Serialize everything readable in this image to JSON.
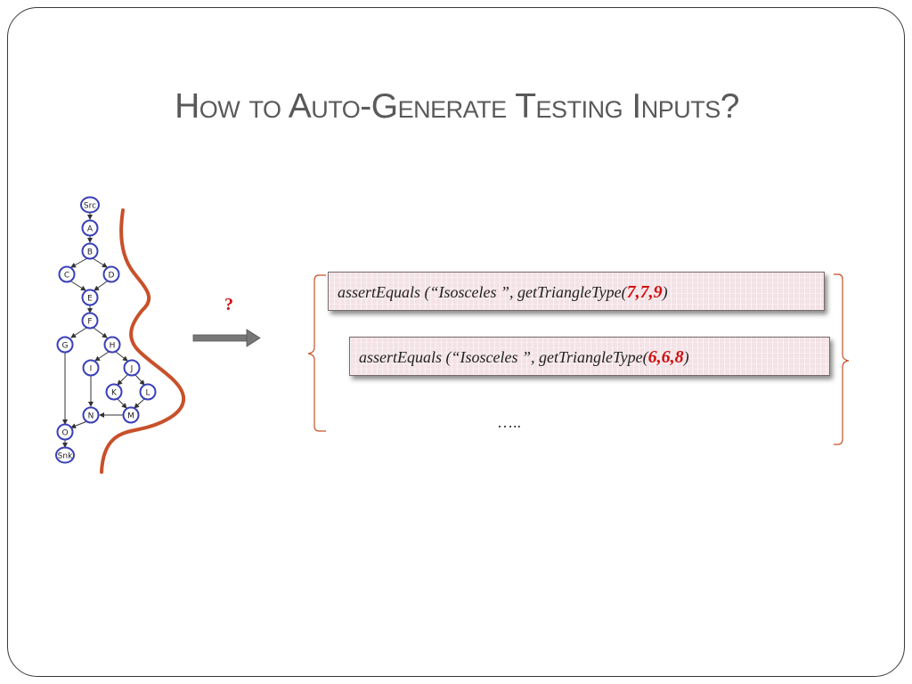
{
  "slide": {
    "title": "How to Auto-Generate Testing Inputs?",
    "question_mark": "?",
    "ellipsis": "…..",
    "test_cases": [
      {
        "prefix": "assertEquals (“Isosceles ”, getTriangleType(",
        "args": "7,7,9",
        "suffix": ")"
      },
      {
        "prefix": "assertEquals (“Isosceles ”, getTriangleType(",
        "args": "6,6,8",
        "suffix": ")"
      }
    ]
  },
  "graph": {
    "nodes": [
      "Src",
      "A",
      "B",
      "C",
      "D",
      "E",
      "F",
      "G",
      "H",
      "I",
      "J",
      "K",
      "L",
      "N",
      "M",
      "O",
      "Snk"
    ]
  },
  "colors": {
    "title": "#595959",
    "node_stroke": "#3a40b8",
    "curve": "#c8502a",
    "arrow": "#777777",
    "highlight": "#d01010",
    "box_fill": "#f3e2e6"
  }
}
